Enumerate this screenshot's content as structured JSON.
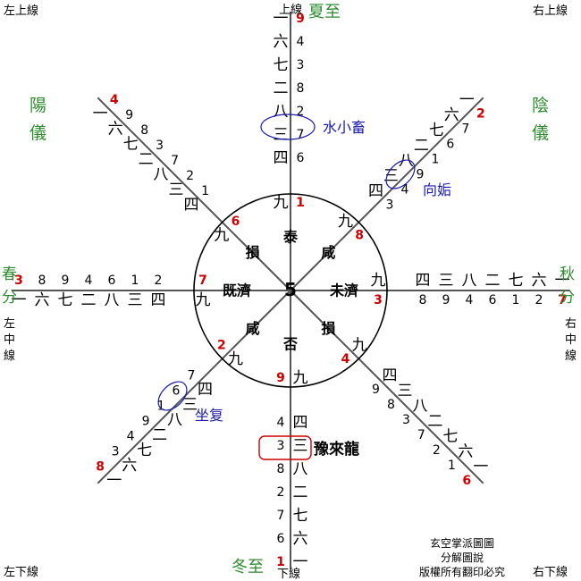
{
  "corners": {
    "top_left": "左上線",
    "top": "上線",
    "top_right": "右上線",
    "left_middle": [
      "左",
      "中",
      "線"
    ],
    "right_middle": [
      "右",
      "中",
      "線"
    ],
    "bottom_left": "左下線",
    "bottom": "下線",
    "bottom_right": "右下線"
  },
  "seasons": {
    "summer_solstice": "夏至",
    "winter_solstice": "冬至",
    "spring_equinox": [
      "春",
      "分"
    ],
    "autumn_equinox": [
      "秋",
      "分"
    ],
    "yang": [
      "陽",
      "儀"
    ],
    "yin": [
      "陰",
      "儀"
    ]
  },
  "center": "5",
  "center_hexagrams": {
    "n": "泰",
    "ne": "咸",
    "e": "未濟",
    "se": "損",
    "s": "否",
    "sw": "咸",
    "w": "既濟",
    "nw": "損"
  },
  "inner_ring": {
    "n": {
      "chinese": "九",
      "number": "1"
    },
    "ne": {
      "chinese": "九",
      "number": "8"
    },
    "e": {
      "chinese": "九",
      "number": "3"
    },
    "se": {
      "chinese": "九",
      "number": "4"
    },
    "s": {
      "chinese": "九",
      "number": "9"
    },
    "sw": {
      "chinese": "九",
      "number": "2"
    },
    "w": {
      "chinese": "九",
      "number": "7"
    },
    "nw": {
      "chinese": "九",
      "number": "6"
    }
  },
  "axes": {
    "n": {
      "chinese": [
        "四",
        "三",
        "八",
        "二",
        "七",
        "六",
        "一"
      ],
      "numbers": [
        "6",
        "7",
        "2",
        "8",
        "3",
        "4",
        "9"
      ],
      "end": "9"
    },
    "s": {
      "chinese": [
        "四",
        "三",
        "八",
        "二",
        "七",
        "六",
        "一"
      ],
      "numbers": [
        "4",
        "3",
        "8",
        "2",
        "7",
        "6",
        "1"
      ],
      "end": "1"
    },
    "w": {
      "chinese": [
        "四",
        "三",
        "八",
        "二",
        "七",
        "六",
        "一"
      ],
      "numbers": [
        "2",
        "1",
        "6",
        "4",
        "9",
        "8",
        "3"
      ],
      "end": "3"
    },
    "e": {
      "chinese": [
        "四",
        "三",
        "八",
        "二",
        "七",
        "六",
        "一"
      ],
      "numbers": [
        "8",
        "9",
        "4",
        "6",
        "1",
        "2",
        "7"
      ],
      "end": "7"
    },
    "ne": {
      "chinese": [
        "四",
        "三",
        "八",
        "二",
        "七",
        "六",
        "一"
      ],
      "numbers": [
        "3",
        "4",
        "9",
        "1",
        "6",
        "7",
        "2"
      ],
      "end": "2"
    },
    "nw": {
      "chinese": [
        "四",
        "三",
        "八",
        "二",
        "七",
        "六",
        "一"
      ],
      "numbers": [
        "1",
        "2",
        "7",
        "3",
        "8",
        "9",
        "4"
      ],
      "end": "4"
    },
    "se": {
      "chinese": [
        "四",
        "三",
        "八",
        "二",
        "七",
        "六",
        "一"
      ],
      "numbers": [
        "9",
        "8",
        "3",
        "7",
        "2",
        "1",
        "6"
      ],
      "end": "6"
    },
    "sw": {
      "chinese": [
        "四",
        "三",
        "八",
        "二",
        "七",
        "六",
        "一"
      ],
      "numbers": [
        "7",
        "6",
        "1",
        "9",
        "4",
        "3",
        "8"
      ],
      "end": "8"
    }
  },
  "annotations": {
    "water": "水小畜",
    "gou": "向姤",
    "fu": "坐复",
    "dragon": "豫來龍"
  },
  "footer": [
    "玄空掌派圖圖",
    "分解圖說",
    "版權所有翻印必究"
  ],
  "colors": {
    "line": "#555555",
    "text": "#000000",
    "red": "#cc0000",
    "green": "#2e8b2e",
    "blue": "#1a1aaa"
  }
}
